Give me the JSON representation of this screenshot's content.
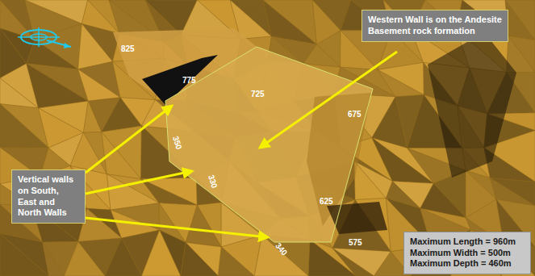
{
  "diagram": {
    "nodes": [
      {
        "text": [
          "Western Wall is on the Andesite Basement rock formation"
        ]
      },
      {
        "text": [
          "Vertical walls on South, East and North Walls"
        ]
      },
      {
        "text": [
          "Maximum Length = 960m",
          "Maximum Width = 500m",
          "Maximum Depth = 460m"
        ]
      }
    ],
    "labels": [
      "825",
      "775",
      "725",
      "675",
      "625",
      "575",
      "350",
      "330",
      "340"
    ]
  }
}
